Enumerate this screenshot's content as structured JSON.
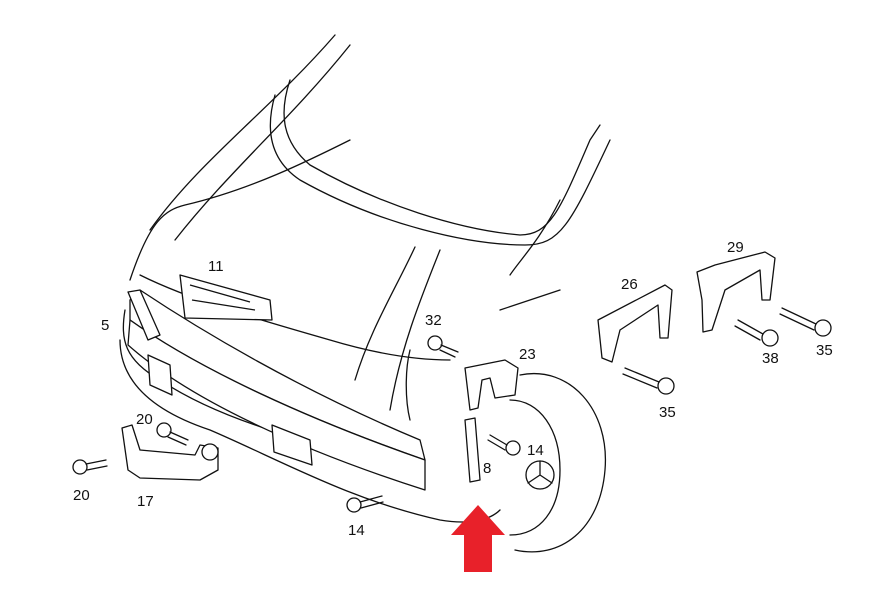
{
  "diagram": {
    "type": "exploded parts diagram",
    "callouts": {
      "p11": "11",
      "p5": "5",
      "p32": "32",
      "p23": "23",
      "p26": "26",
      "p29": "29",
      "p38": "38",
      "p35a": "35",
      "p35b": "35",
      "p20a": "20",
      "p20b": "20",
      "p17": "17",
      "p14a": "14",
      "p14b": "14",
      "p8": "8"
    },
    "arrow_color": "#e8212a"
  }
}
